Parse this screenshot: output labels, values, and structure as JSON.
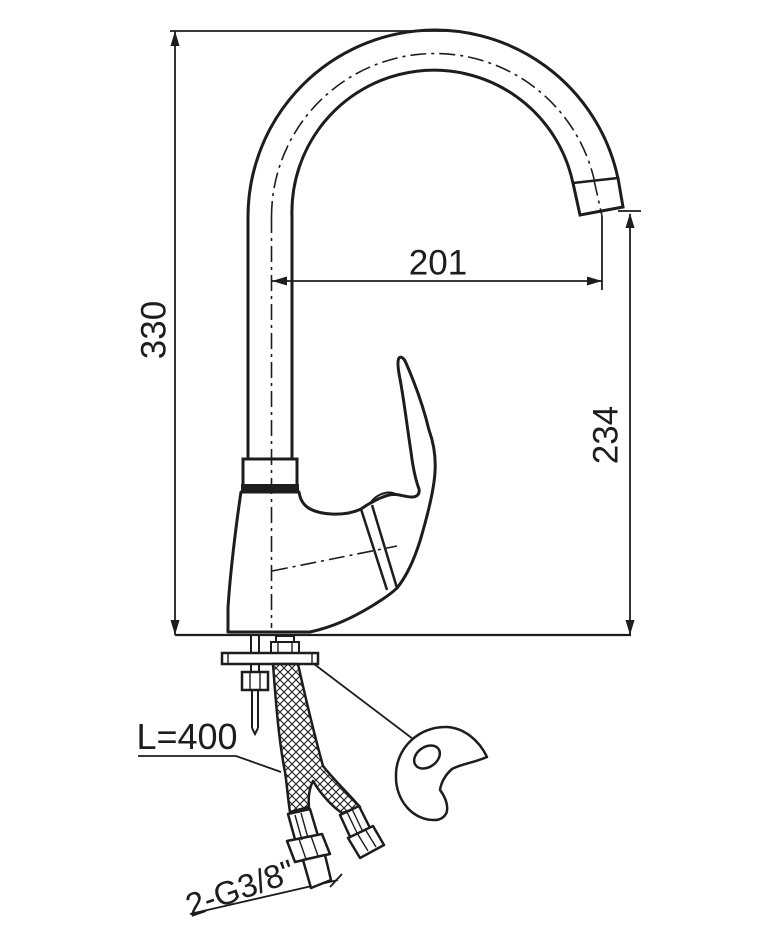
{
  "page": {
    "background": "#ffffff",
    "ink": "#1d1d1d",
    "subject": "kitchen-faucet-technical-drawing"
  },
  "dimensions": {
    "total_height": "330",
    "spout_reach": "201",
    "outlet_height": "234",
    "hose_length": "L=400",
    "thread_size": "2-G3/8\""
  }
}
